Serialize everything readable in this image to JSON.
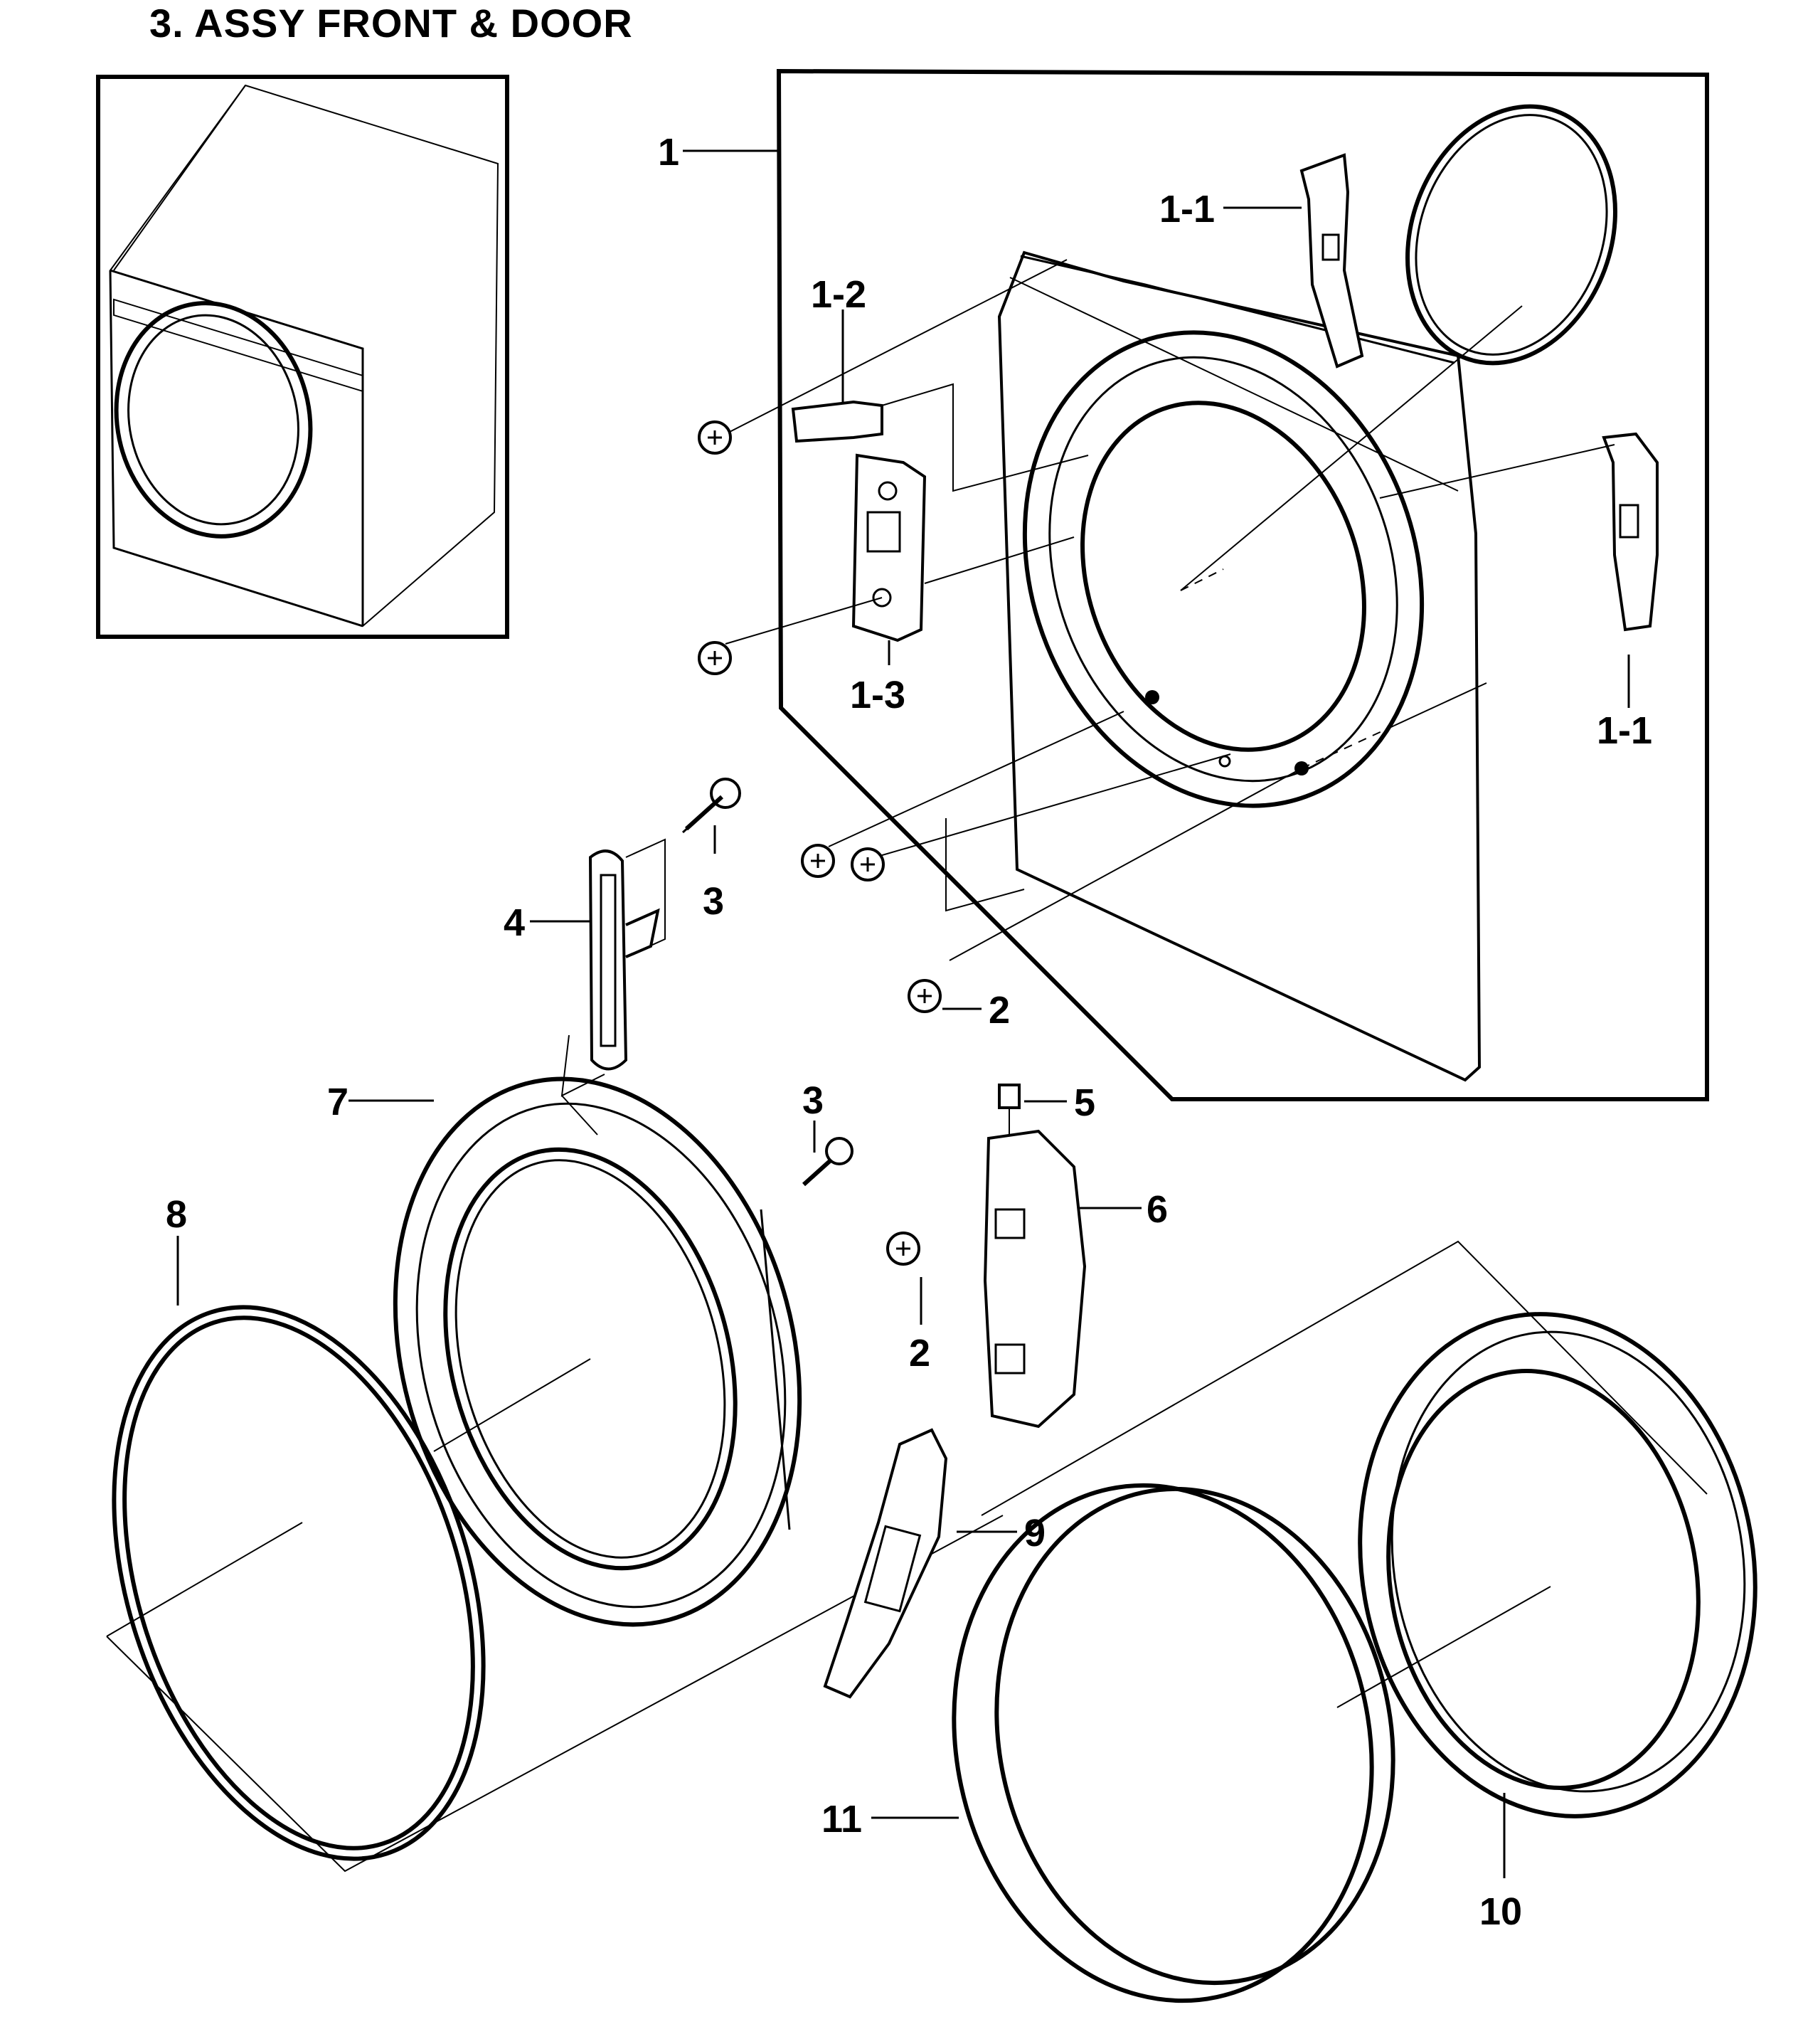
{
  "diagram": {
    "title": "3. ASSY FRONT & DOOR",
    "callouts": {
      "c1": "1",
      "c1_1a": "1-1",
      "c1_1b": "1-1",
      "c1_2": "1-2",
      "c1_3": "1-3",
      "c2a": "2",
      "c2b": "2",
      "c3a": "3",
      "c3b": "3",
      "c4": "4",
      "c5": "5",
      "c6": "6",
      "c7": "7",
      "c8": "8",
      "c9": "9",
      "c10": "10",
      "c11": "11"
    }
  }
}
